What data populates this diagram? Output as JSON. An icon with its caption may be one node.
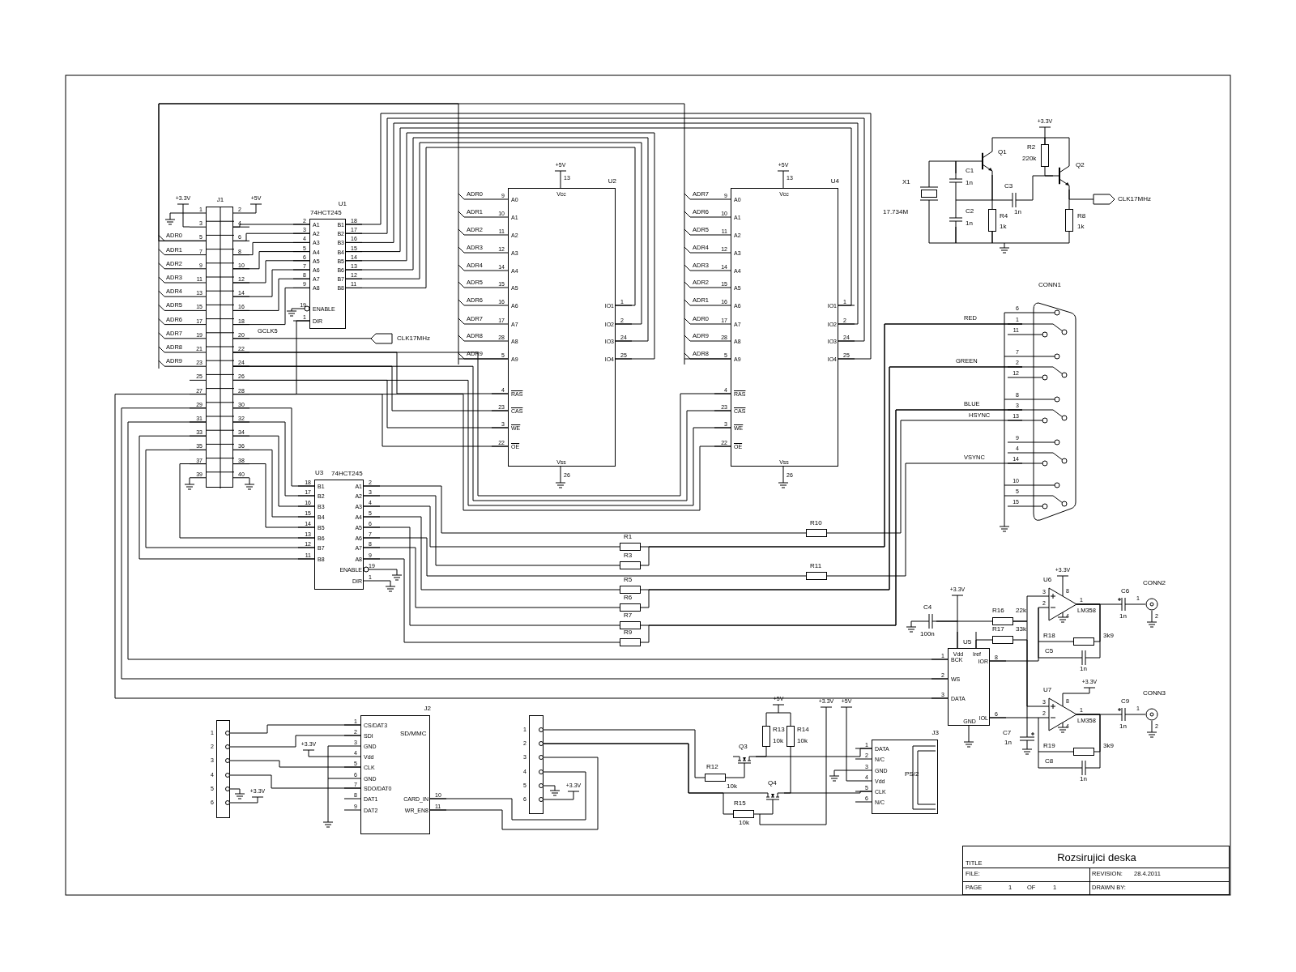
{
  "diagram": {
    "title": "Rozsirujici deska",
    "nodes": [
      {
        "text": [
          "J1"
        ],
        "beside": [
          "1",
          "2",
          "3",
          "4",
          "5",
          "6",
          "7",
          "8",
          "9",
          "10",
          "11",
          "12",
          "13",
          "14",
          "15",
          "16",
          "17",
          "18",
          "19",
          "20",
          "21",
          "22",
          "23",
          "24",
          "25",
          "26",
          "27",
          "28",
          "29",
          "30",
          "31",
          "32",
          "33",
          "34",
          "35",
          "36",
          "37",
          "38",
          "39",
          "40"
        ]
      },
      {
        "text": [
          "U1",
          "74HCT245",
          "A1",
          "A2",
          "A3",
          "A4",
          "A5",
          "A6",
          "A7",
          "A8",
          "B1",
          "B2",
          "B3",
          "B4",
          "B5",
          "B6",
          "B7",
          "B8",
          "ENABLE",
          "DIR"
        ],
        "beside": [
          "2",
          "3",
          "4",
          "5",
          "6",
          "7",
          "8",
          "9",
          "18",
          "17",
          "16",
          "15",
          "14",
          "13",
          "12",
          "11",
          "19",
          "1"
        ]
      },
      {
        "text": [
          "U2",
          "Vcc",
          "A0",
          "A1",
          "A2",
          "A3",
          "A4",
          "A5",
          "A6",
          "A7",
          "A8",
          "A9",
          "RAS",
          "CAS",
          "WE",
          "OE",
          "IO1",
          "IO2",
          "IO3",
          "IO4",
          "Vss"
        ],
        "beside": [
          "13",
          "9",
          "10",
          "11",
          "12",
          "14",
          "15",
          "16",
          "17",
          "28",
          "5",
          "4",
          "23",
          "3",
          "22",
          "1",
          "2",
          "24",
          "25",
          "26"
        ]
      },
      {
        "text": [
          "U4",
          "Vcc",
          "A0",
          "A1",
          "A2",
          "A3",
          "A4",
          "A5",
          "A6",
          "A7",
          "A8",
          "A9",
          "RAS",
          "CAS",
          "WE",
          "OE",
          "IO1",
          "IO2",
          "IO3",
          "IO4",
          "Vss"
        ],
        "beside": [
          "13",
          "9",
          "10",
          "11",
          "12",
          "14",
          "15",
          "16",
          "17",
          "28",
          "5",
          "4",
          "23",
          "3",
          "22",
          "1",
          "2",
          "24",
          "25",
          "26"
        ]
      },
      {
        "text": [
          "U3",
          "74HCT245",
          "B1",
          "B2",
          "B3",
          "B4",
          "B5",
          "B6",
          "B7",
          "B8",
          "A1",
          "A2",
          "A3",
          "A4",
          "A5",
          "A6",
          "A7",
          "A8",
          "ENABLE",
          "DIR"
        ],
        "beside": [
          "18",
          "17",
          "16",
          "15",
          "14",
          "13",
          "12",
          "11",
          "2",
          "3",
          "4",
          "5",
          "6",
          "7",
          "8",
          "9",
          "19",
          "1"
        ]
      },
      {
        "text": [
          "CONN1"
        ],
        "beside": [
          "6",
          "1",
          "11",
          "7",
          "2",
          "12",
          "8",
          "3",
          "13",
          "9",
          "4",
          "14",
          "10",
          "5",
          "15"
        ]
      },
      {
        "text": [
          "X1",
          "17.734M"
        ]
      },
      {
        "text": [
          "C1",
          "1n"
        ]
      },
      {
        "text": [
          "C2",
          "1n"
        ]
      },
      {
        "text": [
          "Q1"
        ]
      },
      {
        "text": [
          "R2",
          "220k"
        ]
      },
      {
        "text": [
          "C3",
          "1n"
        ]
      },
      {
        "text": [
          "R4",
          "1k"
        ]
      },
      {
        "text": [
          "Q2"
        ]
      },
      {
        "text": [
          "R8",
          "1k"
        ]
      },
      {
        "text": [
          "CLK17MHz"
        ]
      },
      {
        "text": [
          "CLK17MHz"
        ]
      },
      {
        "text": [
          "R1"
        ]
      },
      {
        "text": [
          "R3"
        ]
      },
      {
        "text": [
          "R5"
        ]
      },
      {
        "text": [
          "R6"
        ]
      },
      {
        "text": [
          "R7"
        ]
      },
      {
        "text": [
          "R9"
        ]
      },
      {
        "text": [
          "R10"
        ]
      },
      {
        "text": [
          "R11"
        ]
      },
      {
        "text": [
          "U5",
          "Vdd",
          "Iref",
          "BCK",
          "WS",
          "DATA",
          "IOR",
          "IOL",
          "GND"
        ],
        "beside": [
          "1",
          "2",
          "3",
          "8",
          "6"
        ]
      },
      {
        "text": [
          "C4",
          "100n"
        ]
      },
      {
        "text": [
          "R16",
          "22k"
        ]
      },
      {
        "text": [
          "R17",
          "33k"
        ]
      },
      {
        "text": [
          "U6",
          "LM358"
        ]
      },
      {
        "text": [
          "R18",
          "3k9"
        ]
      },
      {
        "text": [
          "C5",
          "1n"
        ]
      },
      {
        "text": [
          "C6",
          "1n"
        ]
      },
      {
        "text": [
          "CONN2"
        ],
        "beside": [
          "1",
          "2"
        ]
      },
      {
        "text": [
          "U7",
          "LM358"
        ]
      },
      {
        "text": [
          "R19",
          "3k9"
        ]
      },
      {
        "text": [
          "C8",
          "1n"
        ]
      },
      {
        "text": [
          "C9",
          "1n"
        ]
      },
      {
        "text": [
          "CONN3"
        ],
        "beside": [
          "1",
          "2"
        ]
      },
      {
        "text": [
          "C7",
          "1n"
        ]
      },
      {
        "text": [],
        "shape": "box",
        "beside": [
          "1",
          "2",
          "3",
          "4",
          "5",
          "6"
        ]
      },
      {
        "text": [
          "J2",
          "SD/MMC",
          "CS/DAT3",
          "SDI",
          "GND",
          "Vdd",
          "CLK",
          "GND",
          "SDO/DAT0",
          "DAT1",
          "DAT2",
          "CARD_IN",
          "WR_EN8"
        ],
        "beside": [
          "1",
          "2",
          "3",
          "4",
          "5",
          "6",
          "7",
          "8",
          "9",
          "10",
          "11"
        ]
      },
      {
        "text": [],
        "shape": "box",
        "beside": [
          "1",
          "2",
          "3",
          "4",
          "5",
          "6"
        ]
      },
      {
        "text": [
          "R12",
          "10k"
        ]
      },
      {
        "text": [
          "Q3"
        ]
      },
      {
        "text": [
          "R13",
          "10k"
        ]
      },
      {
        "text": [
          "R14",
          "10k"
        ]
      },
      {
        "text": [
          "Q4"
        ]
      },
      {
        "text": [
          "R15",
          "10k"
        ]
      },
      {
        "text": [
          "J3",
          "PS/2",
          "DATA",
          "N/C",
          "GND",
          "Vdd",
          "CLK",
          "N/C"
        ],
        "beside": [
          "1",
          "2",
          "3",
          "4",
          "5",
          "6"
        ]
      }
    ],
    "edges": [
      {
        "from": 0,
        "to": 1,
        "arrow": "none"
      },
      {
        "from": 0,
        "to": 1,
        "arrow": "none"
      },
      {
        "from": 0,
        "to": 1,
        "arrow": "none"
      },
      {
        "from": 0,
        "to": 1,
        "arrow": "none"
      },
      {
        "from": 0,
        "to": 1,
        "arrow": "none"
      },
      {
        "from": 0,
        "to": 1,
        "arrow": "none"
      },
      {
        "from": 0,
        "to": 1,
        "arrow": "none"
      },
      {
        "from": 0,
        "to": 1,
        "arrow": "none"
      },
      {
        "from": 1,
        "to": 3,
        "arrow": "none"
      },
      {
        "from": 1,
        "to": 3,
        "arrow": "none"
      },
      {
        "from": 1,
        "to": 3,
        "arrow": "none"
      },
      {
        "from": 1,
        "to": 3,
        "arrow": "none"
      },
      {
        "from": 1,
        "to": 2,
        "arrow": "none"
      },
      {
        "from": 1,
        "to": 2,
        "arrow": "none"
      },
      {
        "from": 1,
        "to": 2,
        "arrow": "none"
      },
      {
        "from": 1,
        "to": 2,
        "arrow": "none"
      },
      {
        "from": 0,
        "to": 2,
        "arrow": "none"
      },
      {
        "from": 0,
        "to": 3,
        "arrow": "none"
      },
      {
        "from": 0,
        "to": 2,
        "arrow": "none"
      },
      {
        "from": 0,
        "to": 2,
        "arrow": "none"
      },
      {
        "from": 0,
        "to": 2,
        "arrow": "none"
      },
      {
        "from": 0,
        "to": 2,
        "arrow": "none"
      },
      {
        "from": 0,
        "to": 3,
        "arrow": "none"
      },
      {
        "from": 0,
        "to": 3,
        "arrow": "none"
      },
      {
        "from": 0,
        "to": 3,
        "arrow": "none"
      },
      {
        "from": 0,
        "to": 3,
        "arrow": "none"
      },
      {
        "from": 16,
        "to": 0,
        "arrow": "none"
      },
      {
        "from": 1,
        "to": 0,
        "arrow": "none"
      },
      {
        "from": 0,
        "to": 4,
        "arrow": "none"
      },
      {
        "from": 0,
        "to": 4,
        "arrow": "none"
      },
      {
        "from": 0,
        "to": 4,
        "arrow": "none"
      },
      {
        "from": 0,
        "to": 4,
        "arrow": "none"
      },
      {
        "from": 0,
        "to": 4,
        "arrow": "none"
      },
      {
        "from": 0,
        "to": 4,
        "arrow": "none"
      },
      {
        "from": 0,
        "to": 4,
        "arrow": "none"
      },
      {
        "from": 0,
        "to": 4,
        "arrow": "none"
      },
      {
        "from": 4,
        "to": 23,
        "arrow": "none"
      },
      {
        "from": 4,
        "to": 18,
        "arrow": "none"
      },
      {
        "from": 4,
        "to": 17,
        "arrow": "none"
      },
      {
        "from": 4,
        "to": 19,
        "arrow": "none"
      },
      {
        "from": 4,
        "to": 21,
        "arrow": "none"
      },
      {
        "from": 4,
        "to": 24,
        "arrow": "none"
      },
      {
        "from": 4,
        "to": 20,
        "arrow": "none"
      },
      {
        "from": 4,
        "to": 22,
        "arrow": "none"
      },
      {
        "from": 17,
        "to": 5,
        "arrow": "none"
      },
      {
        "from": 18,
        "to": 5,
        "arrow": "none"
      },
      {
        "from": 19,
        "to": 5,
        "arrow": "none"
      },
      {
        "from": 20,
        "to": 5,
        "arrow": "none"
      },
      {
        "from": 21,
        "to": 5,
        "arrow": "none"
      },
      {
        "from": 22,
        "to": 5,
        "arrow": "none"
      },
      {
        "from": 23,
        "to": 5,
        "arrow": "none"
      },
      {
        "from": 24,
        "to": 5,
        "arrow": "none"
      },
      {
        "from": 0,
        "to": 25,
        "arrow": "none"
      },
      {
        "from": 0,
        "to": 25,
        "arrow": "none"
      },
      {
        "from": 0,
        "to": 25,
        "arrow": "none"
      },
      {
        "from": 6,
        "to": 7,
        "arrow": "none"
      },
      {
        "from": 6,
        "to": 8,
        "arrow": "none"
      },
      {
        "from": 7,
        "to": 9,
        "arrow": "none"
      },
      {
        "from": 7,
        "to": 8,
        "arrow": "none"
      },
      {
        "from": 9,
        "to": 12,
        "arrow": "none"
      },
      {
        "from": 9,
        "to": 11,
        "arrow": "none"
      },
      {
        "from": 11,
        "to": 13,
        "arrow": "none"
      },
      {
        "from": 10,
        "to": 13,
        "arrow": "none"
      },
      {
        "from": 13,
        "to": 14,
        "arrow": "none"
      },
      {
        "from": 13,
        "to": 15,
        "arrow": "none"
      },
      {
        "from": 26,
        "to": 27,
        "arrow": "none"
      },
      {
        "from": 25,
        "to": 26,
        "arrow": "none"
      },
      {
        "from": 25,
        "to": 28,
        "arrow": "none"
      },
      {
        "from": 27,
        "to": 29,
        "arrow": "none"
      },
      {
        "from": 28,
        "to": 34,
        "arrow": "none"
      },
      {
        "from": 27,
        "to": 39,
        "arrow": "none"
      },
      {
        "from": 25,
        "to": 29,
        "arrow": "none"
      },
      {
        "from": 25,
        "to": 34,
        "arrow": "none"
      },
      {
        "from": 29,
        "to": 30,
        "arrow": "none"
      },
      {
        "from": 29,
        "to": 31,
        "arrow": "none"
      },
      {
        "from": 29,
        "to": 32,
        "arrow": "none"
      },
      {
        "from": 32,
        "to": 33,
        "arrow": "none"
      },
      {
        "from": 34,
        "to": 35,
        "arrow": "none"
      },
      {
        "from": 34,
        "to": 36,
        "arrow": "none"
      },
      {
        "from": 34,
        "to": 37,
        "arrow": "none"
      },
      {
        "from": 37,
        "to": 38,
        "arrow": "none"
      },
      {
        "from": 40,
        "to": 41,
        "arrow": "none"
      },
      {
        "from": 40,
        "to": 41,
        "arrow": "none"
      },
      {
        "from": 40,
        "to": 41,
        "arrow": "none"
      },
      {
        "from": 40,
        "to": 41,
        "arrow": "none"
      },
      {
        "from": 41,
        "to": 42,
        "arrow": "none"
      },
      {
        "from": 41,
        "to": 42,
        "arrow": "none"
      },
      {
        "from": 42,
        "to": 43,
        "arrow": "none"
      },
      {
        "from": 42,
        "to": 47,
        "arrow": "none"
      },
      {
        "from": 43,
        "to": 44,
        "arrow": "none"
      },
      {
        "from": 45,
        "to": 44,
        "arrow": "none"
      },
      {
        "from": 46,
        "to": 47,
        "arrow": "none"
      },
      {
        "from": 44,
        "to": 49,
        "arrow": "none"
      },
      {
        "from": 47,
        "to": 49,
        "arrow": "none"
      },
      {
        "from": 48,
        "to": 47,
        "arrow": "none"
      },
      {
        "from": 48,
        "to": 42,
        "arrow": "none"
      },
      {
        "from": 9,
        "to": 10,
        "arrow": "none"
      },
      {
        "from": 10,
        "to": 13,
        "arrow": "none"
      },
      {
        "from": 8,
        "to": 12,
        "arrow": "none"
      },
      {
        "from": 12,
        "to": 14,
        "arrow": "none"
      },
      {
        "from": 45,
        "to": 46,
        "arrow": "none"
      }
    ],
    "labels": [
      "+3.3V",
      "+5V",
      "ADR0",
      "ADR1",
      "ADR2",
      "ADR3",
      "ADR4",
      "ADR5",
      "ADR6",
      "ADR7",
      "ADR8",
      "ADR9",
      "GCLK5",
      "+5V",
      "ADR0",
      "ADR1",
      "ADR2",
      "ADR3",
      "ADR4",
      "ADR5",
      "ADR6",
      "ADR7",
      "ADR8",
      "ADR9",
      "+5V",
      "ADR7",
      "ADR6",
      "ADR5",
      "ADR4",
      "ADR3",
      "ADR2",
      "ADR1",
      "ADR0",
      "ADR9",
      "ADR8",
      "+3.3V",
      "RED",
      "GREEN",
      "BLUE",
      "HSYNC",
      "VSYNC",
      "+3.3V",
      "+3.3V",
      "+3.3V",
      "+3.3V",
      "+3.3V",
      "+3.3V",
      "+5V",
      "+3.3V",
      "+5V",
      "TITLE",
      "FILE:",
      "REVISION:",
      "28.4.2011",
      "PAGE",
      "1",
      "OF",
      "1",
      "DRAWN BY:",
      "3",
      "2",
      "8",
      "4",
      "1",
      "3",
      "2",
      "8",
      "4",
      "1"
    ]
  }
}
